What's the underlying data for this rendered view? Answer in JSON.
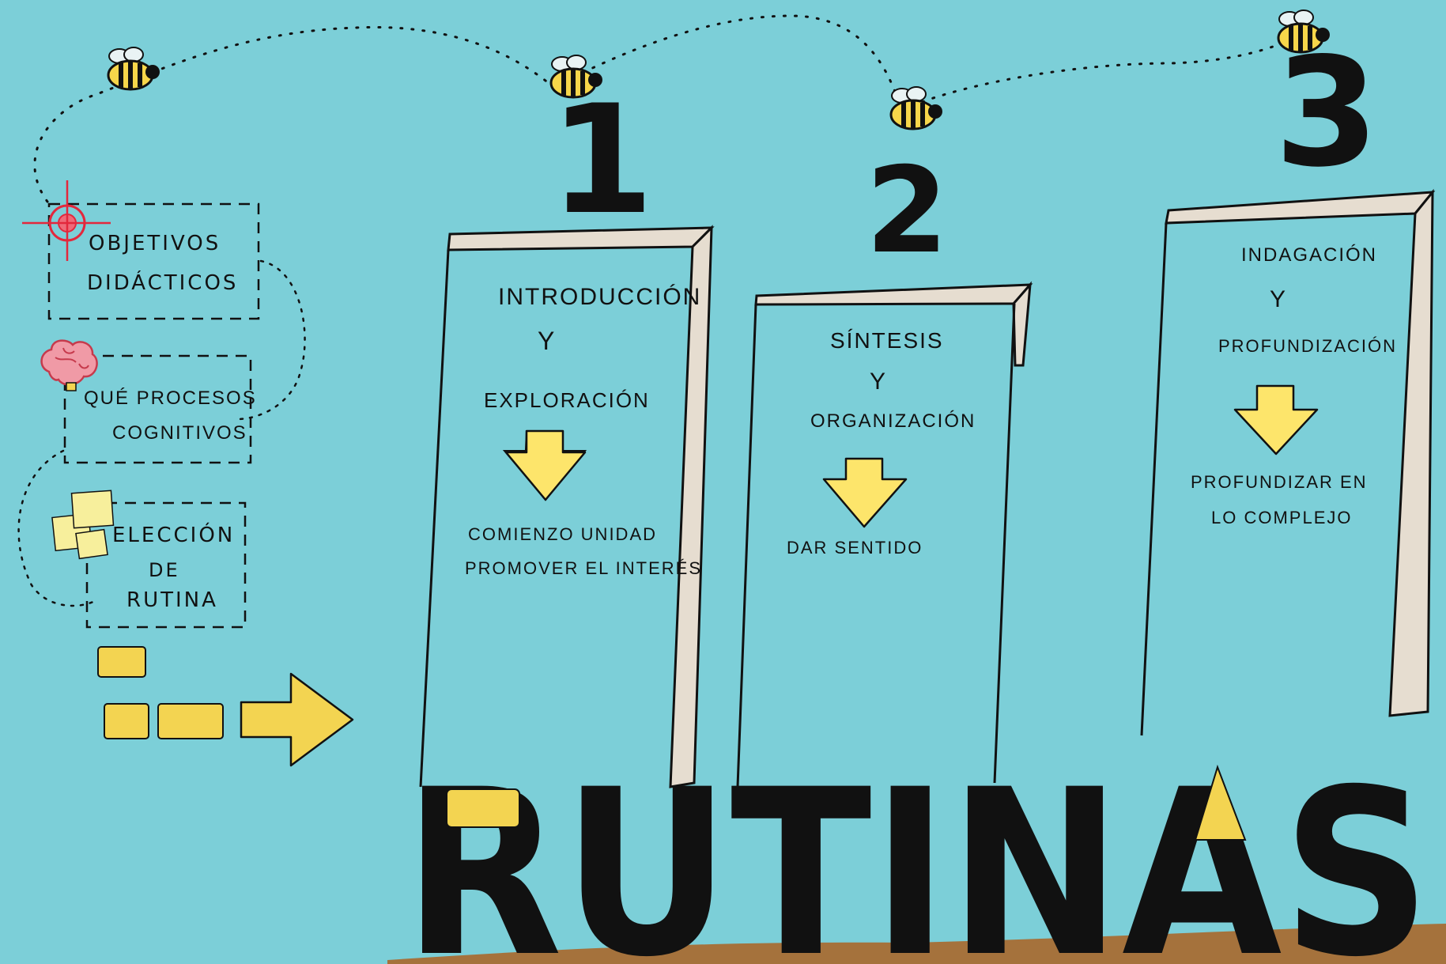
{
  "colors": {
    "background": "#7ccfd8",
    "pillar_face": "#7ccfd8",
    "pillar_side": "#e6ddd0",
    "arrow_fill": "#fde56b",
    "ink": "#111111",
    "title_accent": "#f3d451",
    "ground": "#a5723c"
  },
  "steps_sidebar": {
    "objectives": {
      "icon": "target-icon",
      "line1": "OBJETIVOS",
      "line2": "DIDÁCTICOS"
    },
    "processes": {
      "icon": "brain-icon",
      "line1": "QUÉ PROCESOS",
      "line2": "COGNITIVOS"
    },
    "routine_choice": {
      "icon": "sticky-notes-icon",
      "line1": "ELECCIÓN",
      "line2": "DE",
      "line3": "RUTINA"
    }
  },
  "pillars": [
    {
      "number": "1",
      "heading": "INTRODUCCIÓN",
      "conj": "Y",
      "subheading": "EXPLORACIÓN",
      "result_line1": "COMIENZO UNIDAD",
      "result_line2": "PROMOVER EL INTERÉS"
    },
    {
      "number": "2",
      "heading": "SÍNTESIS",
      "conj": "Y",
      "subheading": "ORGANIZACIÓN",
      "result_line1": "DAR SENTIDO",
      "result_line2": ""
    },
    {
      "number": "3",
      "heading": "INDAGACIÓN",
      "conj": "Y",
      "subheading": "PROFUNDIZACIÓN",
      "result_line1": "PROFUNDIZAR EN",
      "result_line2": "LO COMPLEJO"
    }
  ],
  "title": "RUTINAS"
}
